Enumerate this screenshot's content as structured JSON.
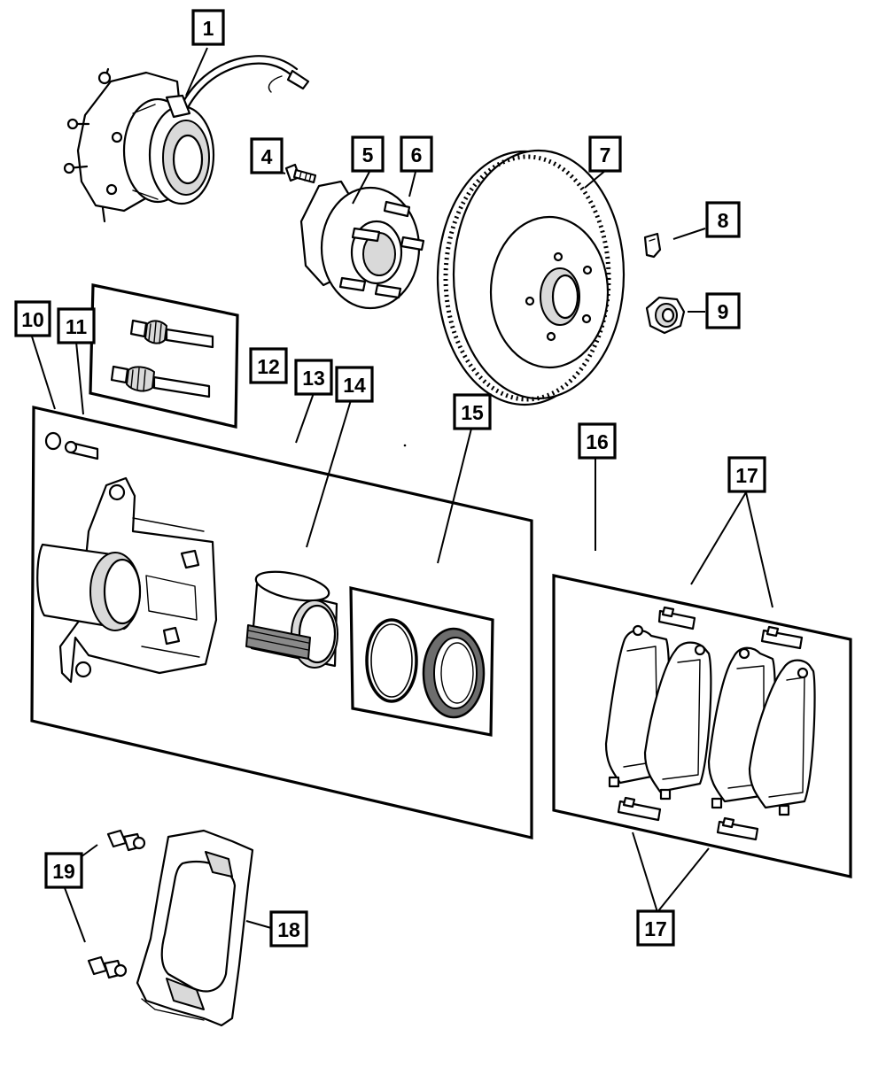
{
  "callouts": {
    "c1": "1",
    "c4": "4",
    "c5": "5",
    "c6": "6",
    "c7": "7",
    "c8": "8",
    "c9": "9",
    "c10": "10",
    "c11": "11",
    "c12": "12",
    "c13": "13",
    "c14": "14",
    "c15": "15",
    "c16": "16",
    "c17a": "17",
    "c17b": "17",
    "c18": "18",
    "c19": "19"
  },
  "icons": {
    "hub": "hub-bearing-with-sensor-icon",
    "rotor": "brake-rotor-icon",
    "caliper": "brake-caliper-icon",
    "piston": "caliper-piston-icon",
    "pads": "brake-pads-icon",
    "adapter": "caliper-adapter-icon"
  },
  "colors": {
    "ink": "#000000",
    "background": "#ffffff",
    "shade": "#d9d9d9",
    "dark_shade": "#8a8a8a"
  }
}
